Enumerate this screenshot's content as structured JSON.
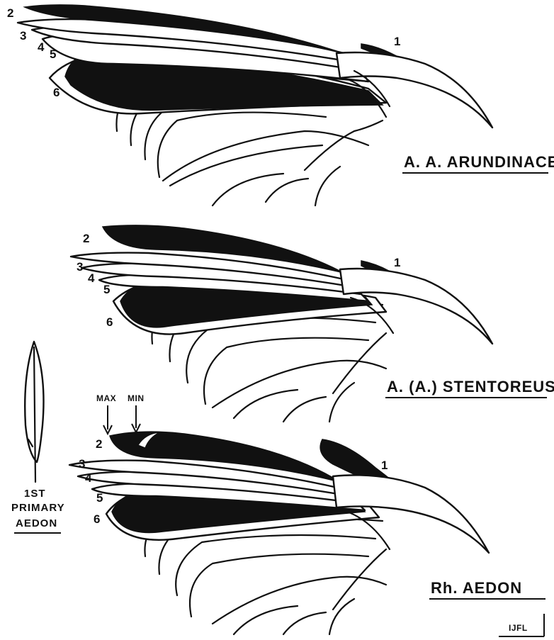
{
  "figure": {
    "wings": [
      {
        "label": "A. A. ARUNDINACEUS",
        "feathers": [
          "1",
          "2",
          "3",
          "4",
          "5",
          "6"
        ]
      },
      {
        "label": "A. (A.) STENTOREUS",
        "feathers": [
          "1",
          "2",
          "3",
          "4",
          "5",
          "6"
        ]
      },
      {
        "label": "Rh. AEDON",
        "feathers": [
          "1",
          "2",
          "3",
          "4",
          "5",
          "6"
        ],
        "markers": {
          "max": "MAX",
          "min": "MIN"
        }
      }
    ],
    "inset": {
      "line1": "1ST",
      "line2": "PRIMARY",
      "line3": "AEDON"
    },
    "signature": "IJFL"
  }
}
